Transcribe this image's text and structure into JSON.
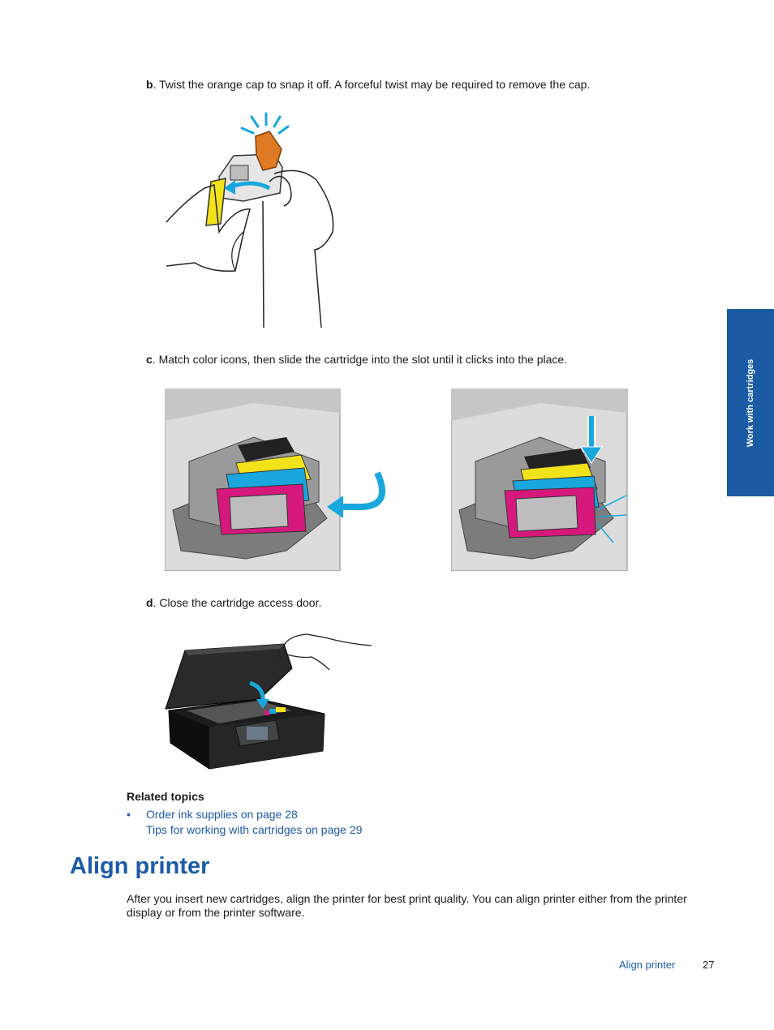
{
  "steps": {
    "b": {
      "letter": "b",
      "text": ". Twist the orange cap to snap it off. A forceful twist may be required to remove the cap."
    },
    "c": {
      "letter": "c",
      "text": ". Match color icons, then slide the cartridge into the slot until it clicks into the place."
    },
    "d": {
      "letter": "d",
      "text": ". Close the cartridge access door."
    }
  },
  "side_tab": {
    "label": "Work with cartridges",
    "color": "#1b5ba6"
  },
  "related": {
    "title": "Related topics",
    "bullet": "•",
    "links": [
      "Order ink supplies on page 28",
      "Tips for working with cartridges on page 29"
    ]
  },
  "section": {
    "heading": "Align printer",
    "body": "After you insert new cartridges, align the printer for best print quality. You can align printer either from the printer display or from the printer software."
  },
  "footer": {
    "section": "Align printer",
    "page": "27"
  },
  "colors": {
    "brand_blue": "#1b5ba6",
    "cap_orange": "#e07a22",
    "cyan": "#19a7de",
    "magenta": "#d6187d",
    "yellow": "#f2e21a"
  },
  "figures": {
    "twist_cap": "hands-twisting-orange-cap-illustration",
    "insert_cartridges_before": "cartridge-carriage-insert-illustration",
    "insert_cartridges_after": "cartridge-carriage-seated-illustration",
    "close_door": "printer-close-door-illustration"
  }
}
